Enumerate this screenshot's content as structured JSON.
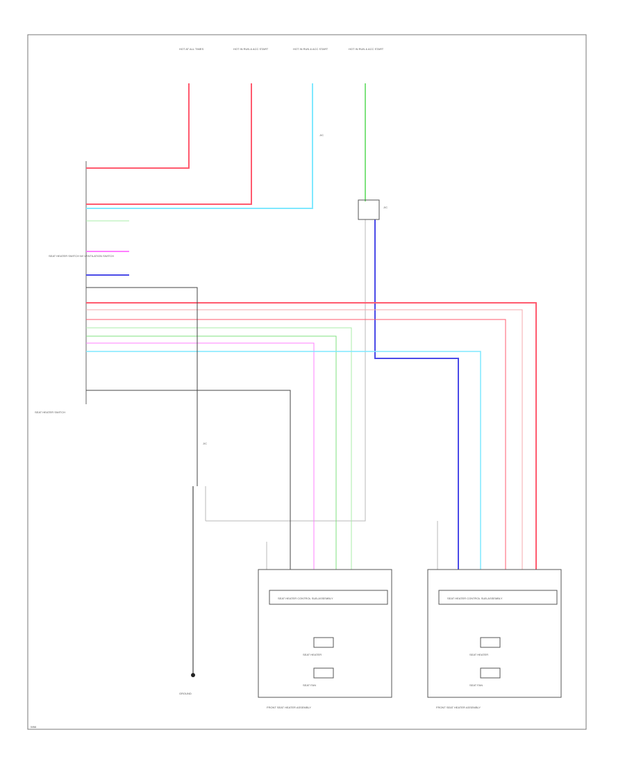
{
  "page": {
    "footer_code": "W66"
  },
  "colors": {
    "red": "#ff5a6e",
    "pink": "#ff5a6e",
    "lightpink": "#f4a8ae",
    "cyan": "#7fe8ff",
    "green": "#7fe27f",
    "lightgreen": "#a8eea8",
    "blue": "#4a4ae8",
    "magenta": "#ff7fff",
    "gray": "#b8b8b8",
    "darkgray": "#444444",
    "black": "#222222"
  },
  "top_connectors": [
    {
      "label": "HOT AT ALL TIMES"
    },
    {
      "label": "HOT IN RUN & ACC START"
    },
    {
      "label": "HOT IN RUN & ACC START"
    },
    {
      "label": "HOT IN RUN & ACC START"
    }
  ],
  "switch": {
    "label": "SEAT HEATER SWITCH",
    "side_label": "SEAT HEATER SWITCH W/ VENTILATION SWITCH"
  },
  "connectors": {
    "j1": "J/C",
    "j2": "J/C",
    "j3": "J/C"
  },
  "ground": {
    "label": "GROUND"
  },
  "modules": [
    {
      "title": "SEAT HEATER CONTROL SUB-ASSEMBLY",
      "fan": "SEAT HEATER",
      "blower": "SEAT FAN",
      "caption": "FRONT SEAT HEATER ASSEMBLY"
    },
    {
      "title": "SEAT HEATER CONTROL SUB-ASSEMBLY",
      "fan": "SEAT HEATER",
      "blower": "SEAT FAN",
      "caption": "FRONT SEAT HEATER ASSEMBLY"
    }
  ]
}
